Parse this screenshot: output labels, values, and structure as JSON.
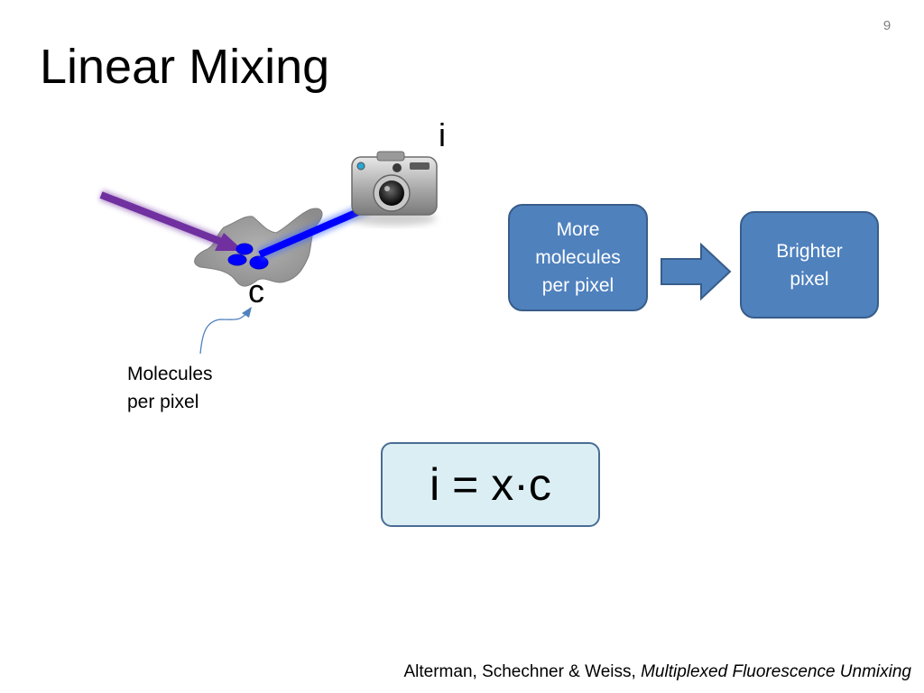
{
  "slide": {
    "number": "9",
    "title": "Linear Mixing"
  },
  "diagram": {
    "image_label": "i",
    "concentration_label": "c",
    "molecules_label": [
      "Molecules",
      "per pixel"
    ],
    "box_more": [
      "More",
      "molecules",
      "per pixel"
    ],
    "box_brighter": [
      "Brighter",
      "pixel"
    ],
    "equation": "i = x·c",
    "icons": [
      "camera-icon",
      "cell-icon",
      "light-arrow-icon",
      "emission-arrow-icon",
      "block-arrow-icon"
    ]
  },
  "colors": {
    "excitation_arrow": "#7030a0",
    "emission_arrow": "#0000ff",
    "box_fill": "#4f81bd",
    "equation_fill": "#dbeef4"
  },
  "citation": {
    "authors": "Alterman, Schechner & Weiss,",
    "work": "Multiplexed Fluorescence Unmixing"
  }
}
